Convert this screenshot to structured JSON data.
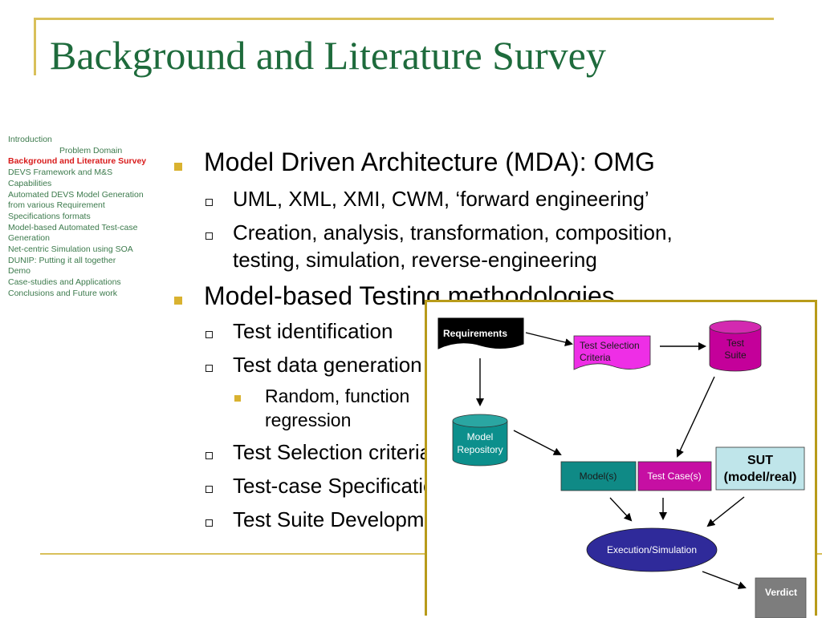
{
  "slide": {
    "title": "Background and Literature Survey"
  },
  "nav": {
    "items": [
      "Introduction",
      "Problem Domain",
      "Background and Literature Survey",
      "DEVS Framework and M&S",
      "Capabilities",
      "Automated DEVS Model Generation",
      "from various Requirement",
      "Specifications formats",
      "Model-based Automated Test-case",
      "Generation",
      "Net-centric Simulation using SOA",
      "DUNIP: Putting it all together",
      "Demo",
      "Case-studies and Applications",
      "Conclusions and Future work"
    ]
  },
  "content": {
    "b1": "Model Driven Architecture (MDA): OMG",
    "b1_s1": "UML, XML, XMI, CWM, ‘forward engineering’",
    "b1_s2a": "Creation, analysis, transformation, composition,",
    "b1_s2b": "testing, simulation, reverse-engineering",
    "b2": "Model-based Testing methodologies",
    "b2_s1": "Test identification",
    "b2_s2": "Test data generation",
    "b2_s2_ss1a": "Random, function",
    "b2_s2_ss1b": "regression",
    "b2_s3": "Test Selection criteria",
    "b2_s4": "Test-case Specification",
    "b2_s5": "Test Suite Development"
  },
  "diagram": {
    "requirements": "Requirements",
    "test_selection_1": "Test Selection",
    "test_selection_2": "Criteria",
    "test_suite_1": "Test",
    "test_suite_2": "Suite",
    "model_repo_1": "Model",
    "model_repo_2": "Repository",
    "models": "Model(s)",
    "test_cases": "Test Case(s)",
    "sut_1": "SUT",
    "sut_2": "(model/real)",
    "execution": "Execution/Simulation",
    "verdict": "Verdict",
    "colors": {
      "requirements": "#000000",
      "test_selection": "#ee2ee6",
      "test_suite": "#c4009a",
      "model_repo": "#0c8f8c",
      "models": "#0f8a86",
      "test_cases": "#c60fa3",
      "sut": "#bfe5ea",
      "execution": "#2f2a9a",
      "verdict": "#7d7d7d"
    }
  }
}
